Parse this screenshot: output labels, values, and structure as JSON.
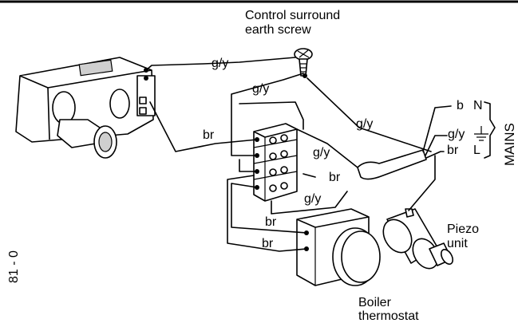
{
  "labels": {
    "earth_screw_line1": "Control surround",
    "earth_screw_line2": "earth screw",
    "gy_top": "g/y",
    "gy_upper": "g/y",
    "gy_mid_right": "g/y",
    "gy_terminal": "g/y",
    "gy_lower": "g/y",
    "br_left": "br",
    "br_terminal": "br",
    "br_thermo_upper": "br",
    "br_thermo_lower": "br",
    "mains_b": "b",
    "mains_N": "N",
    "mains_gy": "g/y",
    "mains_br": "br",
    "mains_L": "L",
    "mains": "MAINS",
    "piezo_line1": "Piezo",
    "piezo_line2": "unit",
    "thermostat_line1": "Boiler",
    "thermostat_line2": "thermostat",
    "figure_code": "81 - 0"
  }
}
